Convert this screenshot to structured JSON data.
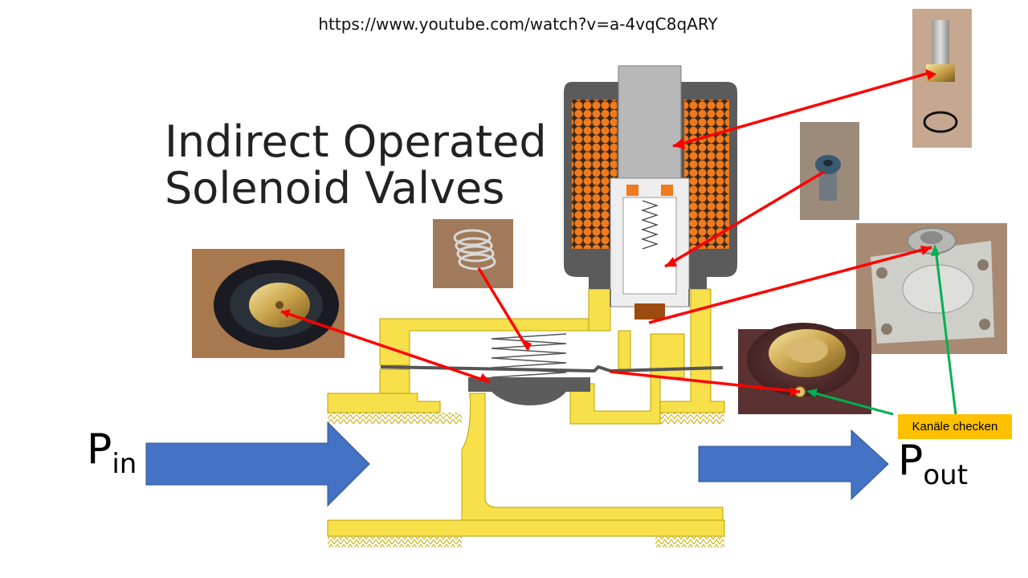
{
  "source_url": "https://www.youtube.com/watch?v=a-4vqC8qARY",
  "title": {
    "line1": "Indirect Operated",
    "line2": "Solenoid Valves"
  },
  "labels": {
    "p_in": {
      "base": "P",
      "sub": "in"
    },
    "p_out": {
      "base": "P",
      "sub": "out"
    }
  },
  "callout": "Kanäle checken",
  "colors": {
    "valve_body": "#f7e04a",
    "coil_housing": "#5b5b5b",
    "coil_winding": "#f07a1c",
    "flow_arrow": "#4472c4",
    "pointer_red": "#ff0000",
    "pointer_green": "#00b050",
    "callout_bg": "#ffc000"
  }
}
